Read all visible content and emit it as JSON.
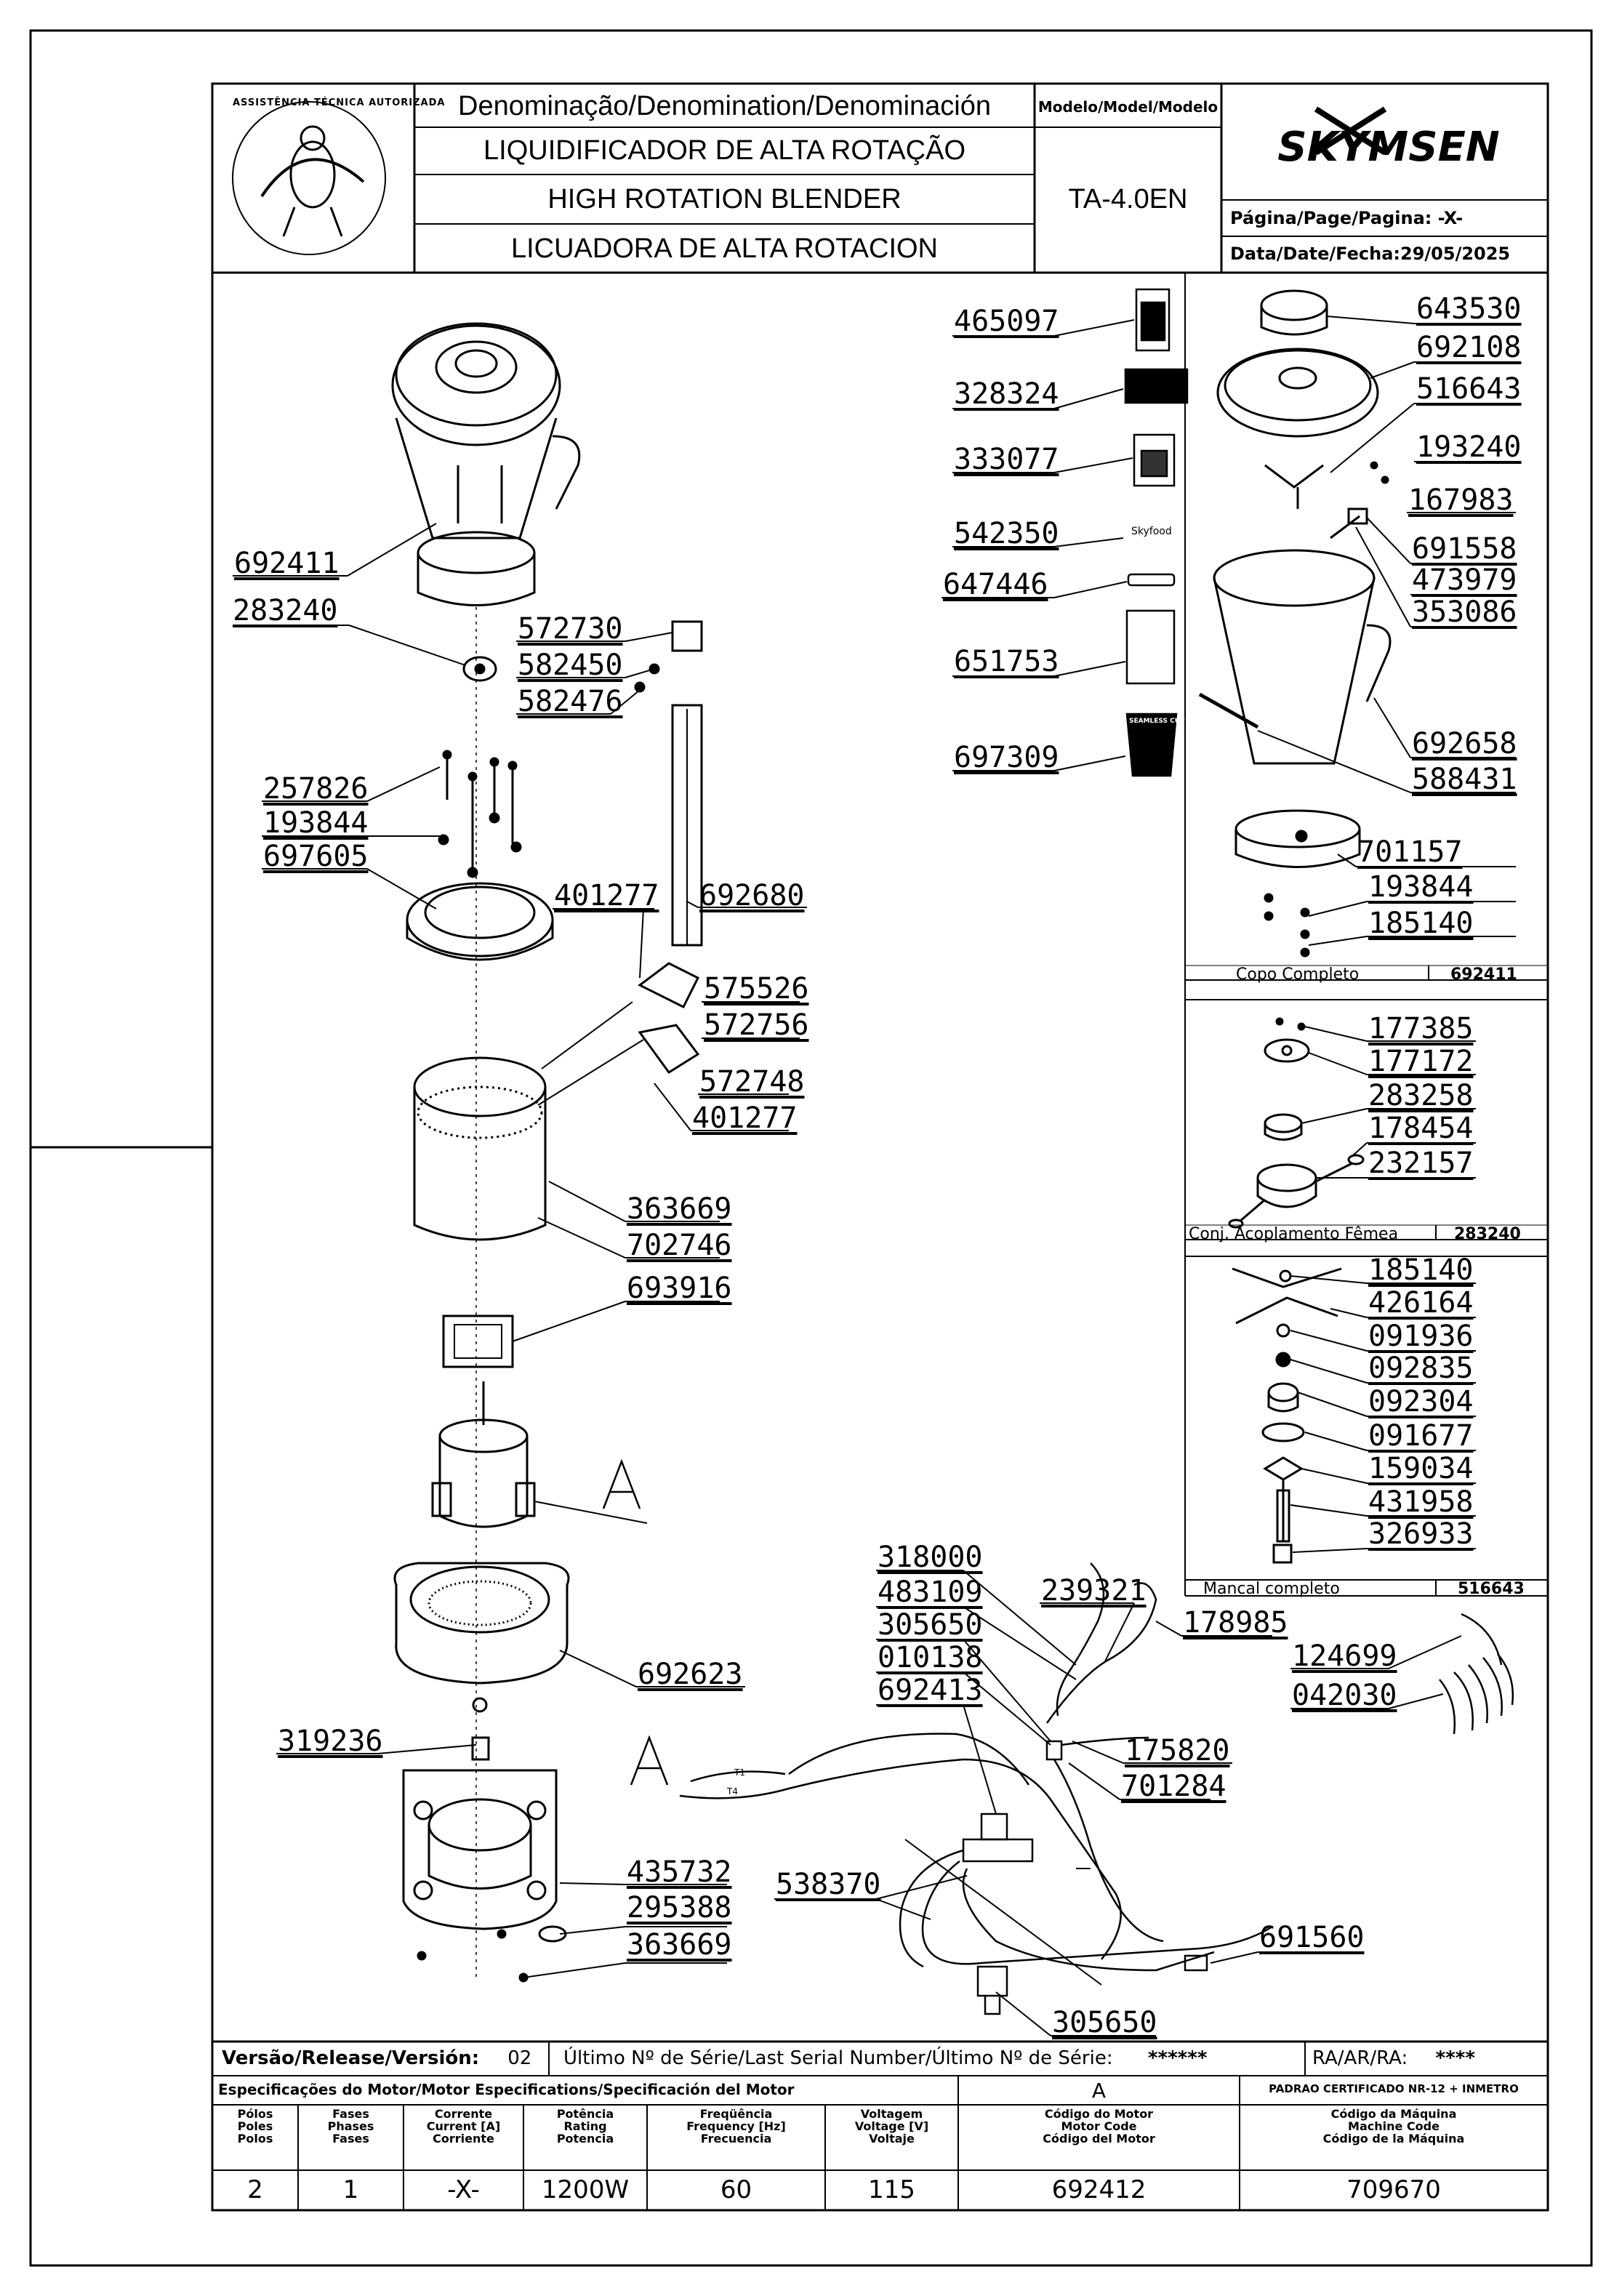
{
  "header": {
    "denomination_label": "Denominação/Denomination/Denominación",
    "title_pt": "LIQUIDIFICADOR DE ALTA ROTAÇÃO",
    "title_en": "HIGH ROTATION BLENDER",
    "title_es": "LICUADORA DE ALTA ROTACION",
    "model_label": "Modelo/Model/Modelo",
    "model": "TA-4.0EN",
    "brand": "SKYMSEN",
    "page_label": "Página/Page/Pagina:",
    "page_value": "-X-",
    "date_label": "Data/Date/Fecha:",
    "date_value": "29/05/2025",
    "seal_text": "ASSISTÊNCIA TÉCNICA AUTORIZADA"
  },
  "parts": [
    {
      "code": "692411",
      "name": "part-692411"
    },
    {
      "code": "283240",
      "name": "part-283240"
    },
    {
      "code": "257826",
      "name": "part-257826"
    },
    {
      "code": "193844",
      "name": "part-193844-left"
    },
    {
      "code": "697605",
      "name": "part-697605"
    },
    {
      "code": "319236",
      "name": "part-319236"
    },
    {
      "code": "572730",
      "name": "part-572730"
    },
    {
      "code": "582450",
      "name": "part-582450"
    },
    {
      "code": "582476",
      "name": "part-582476"
    },
    {
      "code": "401277",
      "name": "part-401277-top"
    },
    {
      "code": "692680",
      "name": "part-692680"
    },
    {
      "code": "575526",
      "name": "part-575526"
    },
    {
      "code": "572756",
      "name": "part-572756"
    },
    {
      "code": "572748",
      "name": "part-572748"
    },
    {
      "code": "401277",
      "name": "part-401277-bottom"
    },
    {
      "code": "363669",
      "name": "part-363669-top"
    },
    {
      "code": "702746",
      "name": "part-702746"
    },
    {
      "code": "693916",
      "name": "part-693916"
    },
    {
      "code": "692623",
      "name": "part-692623"
    },
    {
      "code": "435732",
      "name": "part-435732"
    },
    {
      "code": "295388",
      "name": "part-295388"
    },
    {
      "code": "363669",
      "name": "part-363669-bottom"
    },
    {
      "code": "465097",
      "name": "part-465097"
    },
    {
      "code": "328324",
      "name": "part-328324"
    },
    {
      "code": "333077",
      "name": "part-333077"
    },
    {
      "code": "542350",
      "name": "part-542350"
    },
    {
      "code": "647446",
      "name": "part-647446"
    },
    {
      "code": "651753",
      "name": "part-651753"
    },
    {
      "code": "697309",
      "name": "part-697309"
    },
    {
      "code": "643530",
      "name": "part-643530"
    },
    {
      "code": "692108",
      "name": "part-692108"
    },
    {
      "code": "516643",
      "name": "part-516643"
    },
    {
      "code": "193240",
      "name": "part-193240"
    },
    {
      "code": "167983",
      "name": "part-167983"
    },
    {
      "code": "691558",
      "name": "part-691558"
    },
    {
      "code": "473979",
      "name": "part-473979"
    },
    {
      "code": "353086",
      "name": "part-353086"
    },
    {
      "code": "692658",
      "name": "part-692658"
    },
    {
      "code": "588431",
      "name": "part-588431"
    },
    {
      "code": "701157",
      "name": "part-701157"
    },
    {
      "code": "193844",
      "name": "part-193844-right"
    },
    {
      "code": "185140",
      "name": "part-185140-copo"
    },
    {
      "code": "177385",
      "name": "part-177385"
    },
    {
      "code": "177172",
      "name": "part-177172"
    },
    {
      "code": "283258",
      "name": "part-283258"
    },
    {
      "code": "178454",
      "name": "part-178454"
    },
    {
      "code": "232157",
      "name": "part-232157"
    },
    {
      "code": "185140",
      "name": "part-185140-mancal"
    },
    {
      "code": "426164",
      "name": "part-426164"
    },
    {
      "code": "091936",
      "name": "part-091936"
    },
    {
      "code": "092835",
      "name": "part-092835"
    },
    {
      "code": "092304",
      "name": "part-092304"
    },
    {
      "code": "091677",
      "name": "part-091677"
    },
    {
      "code": "159034",
      "name": "part-159034"
    },
    {
      "code": "431958",
      "name": "part-431958"
    },
    {
      "code": "326933",
      "name": "part-326933"
    },
    {
      "code": "318000",
      "name": "part-318000"
    },
    {
      "code": "483109",
      "name": "part-483109"
    },
    {
      "code": "305650",
      "name": "part-305650-top"
    },
    {
      "code": "010138",
      "name": "part-010138"
    },
    {
      "code": "692413",
      "name": "part-692413"
    },
    {
      "code": "239321",
      "name": "part-239321"
    },
    {
      "code": "178985",
      "name": "part-178985"
    },
    {
      "code": "175820",
      "name": "part-175820"
    },
    {
      "code": "701284",
      "name": "part-701284"
    },
    {
      "code": "538370",
      "name": "part-538370"
    },
    {
      "code": "305650",
      "name": "part-305650-bottom"
    },
    {
      "code": "691560",
      "name": "part-691560"
    },
    {
      "code": "124699",
      "name": "part-124699"
    },
    {
      "code": "042030",
      "name": "part-042030"
    },
    {
      "code": "A",
      "name": "callout-a-motor"
    },
    {
      "code": "A",
      "name": "callout-a-wiring"
    }
  ],
  "sections": {
    "copo": {
      "caption": "Copo Completo",
      "code": "692411"
    },
    "acoplamento": {
      "caption": "Conj. Acoplamento Fêmea",
      "code": "283240"
    },
    "mancal": {
      "caption": "Mancal completo",
      "code": "516643"
    }
  },
  "stickers": {
    "skyfood": "Skyfood",
    "seamless": "SEAMLESS CUP"
  },
  "wiring": {
    "t1": "T1",
    "t4": "T4"
  },
  "footer": {
    "release_label": "Versão/Release/Versión:",
    "release_value": "02",
    "serial_label": "Último Nº de Série/Last Serial Number/Último Nº de Série:",
    "serial_value": "******",
    "ra_label": "RA/AR/RA:",
    "ra_value": "****",
    "spec_heading": "Especificações do Motor/Motor Especifications/Specificación del Motor",
    "motor_letter": "A",
    "standard": "PADRAO CERTIFICADO NR-12 + INMETRO",
    "spec_headers": [
      "Pólos\nPoles\nPolos",
      "Fases\nPhases\nFases",
      "Corrente\nCurrent [A]\nCorriente",
      "Potência\nRating\nPotencia",
      "Freqüência\nFrequency [Hz]\nFrecuencia",
      "Voltagem\nVoltage [V]\nVoltaje",
      "Código do Motor\nMotor Code\nCódigo del Motor",
      "Código da Máquina\nMachine Code\nCódigo de la Máquina"
    ],
    "spec_values": [
      "2",
      "1",
      "-X-",
      "1200W",
      "60",
      "115",
      "692412",
      "709670"
    ]
  }
}
